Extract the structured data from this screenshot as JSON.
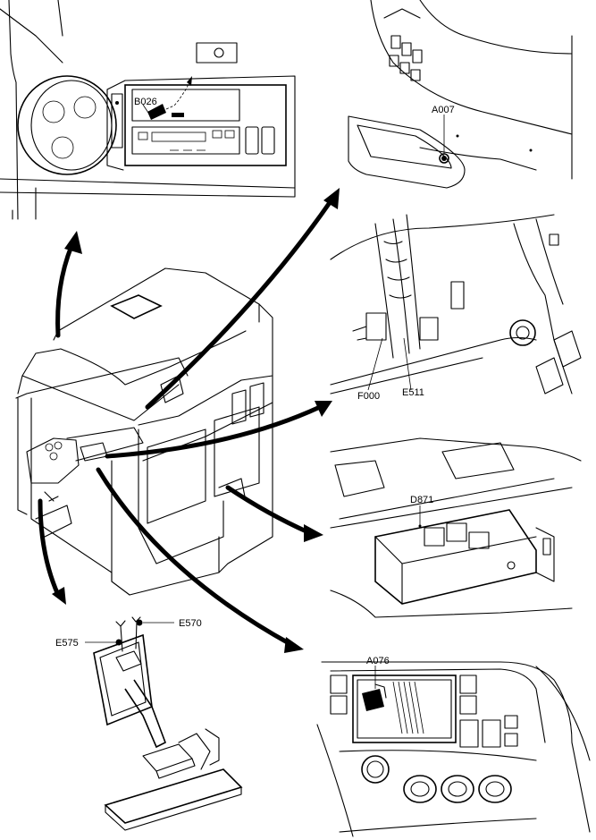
{
  "diagram": {
    "title": "Cab component location overview",
    "main_view": "truck-cab-isometric",
    "panels": [
      {
        "id": "radio-panel",
        "position": "top-left",
        "components": [
          {
            "label": "B026"
          }
        ]
      },
      {
        "id": "door-pillar",
        "position": "top-right",
        "components": [
          {
            "label": "A007"
          }
        ]
      },
      {
        "id": "harness-area",
        "position": "middle-right",
        "components": [
          {
            "label": "F000"
          },
          {
            "label": "E511"
          }
        ]
      },
      {
        "id": "relay-box",
        "position": "lower-right",
        "components": [
          {
            "label": "D871"
          }
        ]
      },
      {
        "id": "pedal-assembly",
        "position": "bottom-left",
        "components": [
          {
            "label": "E575"
          },
          {
            "label": "E570"
          }
        ]
      },
      {
        "id": "dash-switch-panel",
        "position": "bottom-right",
        "components": [
          {
            "label": "A076"
          }
        ]
      }
    ],
    "colors": {
      "line": "#000000",
      "background": "#ffffff"
    }
  }
}
